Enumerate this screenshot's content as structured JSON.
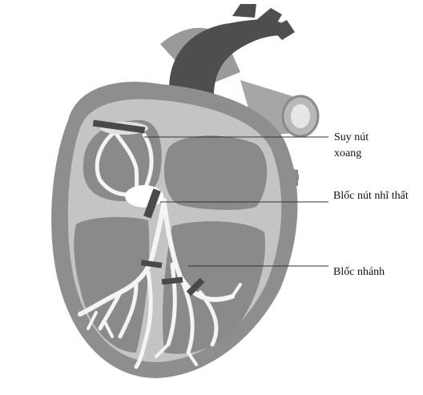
{
  "labels": {
    "sinus_node_line1": "Suy nút",
    "sinus_node_line2": "xoang",
    "av_block": "Blốc nút nhĩ thất",
    "bundle_branch_block": "Blốc nhánh"
  },
  "colors": {
    "heart_outer": "#8e8e8e",
    "vessels": "#555555",
    "wall": "#c4c4c4",
    "chamber": "#8a8a8a",
    "conduction": "#ffffff",
    "block_marker": "#4a4a4a",
    "leader_line": "#333333"
  }
}
